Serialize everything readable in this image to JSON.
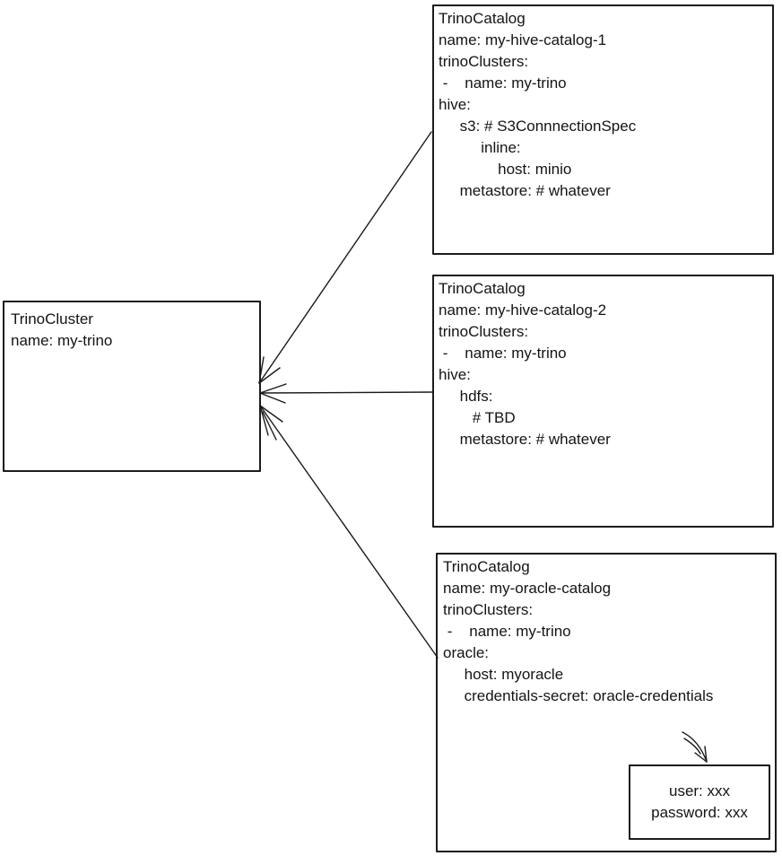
{
  "colors": {
    "stroke": "#1a1a1a",
    "text": "#141414",
    "background": "#ffffff"
  },
  "cluster": {
    "lines": [
      "TrinoCluster",
      "name: my-trino"
    ]
  },
  "catalog1": {
    "lines": [
      "TrinoCatalog",
      "name: my-hive-catalog-1",
      "trinoClusters:",
      " -    name: my-trino",
      "hive:",
      "     s3: # S3ConnnectionSpec",
      "          inline:",
      "              host: minio",
      "     metastore: # whatever"
    ]
  },
  "catalog2": {
    "lines": [
      "TrinoCatalog",
      "name: my-hive-catalog-2",
      "trinoClusters:",
      " -    name: my-trino",
      "hive:",
      "     hdfs:",
      "        # TBD",
      "     metastore: # whatever"
    ]
  },
  "catalog3": {
    "lines": [
      "TrinoCatalog",
      "name: my-oracle-catalog",
      "trinoClusters:",
      " -    name: my-trino",
      "oracle:",
      "     host: myoracle",
      "     credentials-secret: oracle-credentials"
    ]
  },
  "secret": {
    "lines": [
      "user: xxx",
      "password: xxx"
    ]
  }
}
